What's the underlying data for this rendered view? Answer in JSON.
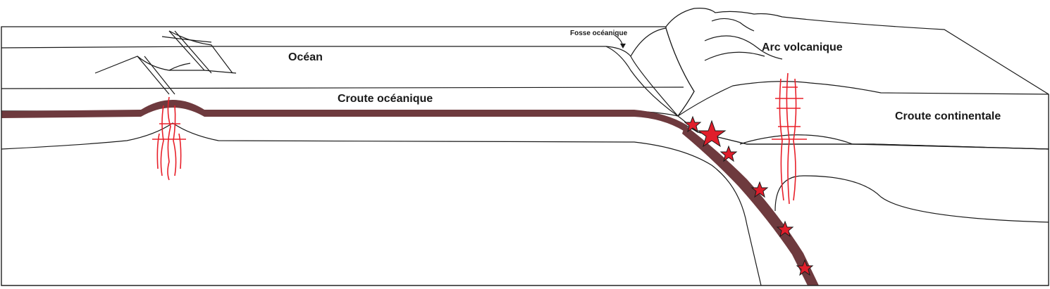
{
  "labels": {
    "ocean": "Océan",
    "oceanic_crust": "Croute océanique",
    "trench": "Fosse océanique",
    "volcanic_arc": "Arc volcanique",
    "continental_crust": "Croute continentale"
  },
  "colors": {
    "ocean": "#bcdff3",
    "mantle": "#dd5329",
    "continental_crust": "#6e3a3e",
    "slab": "#6e3a3e",
    "magma": "#e8202a",
    "earthquake": "#e01e2b",
    "outline": "#1a1a1a"
  }
}
